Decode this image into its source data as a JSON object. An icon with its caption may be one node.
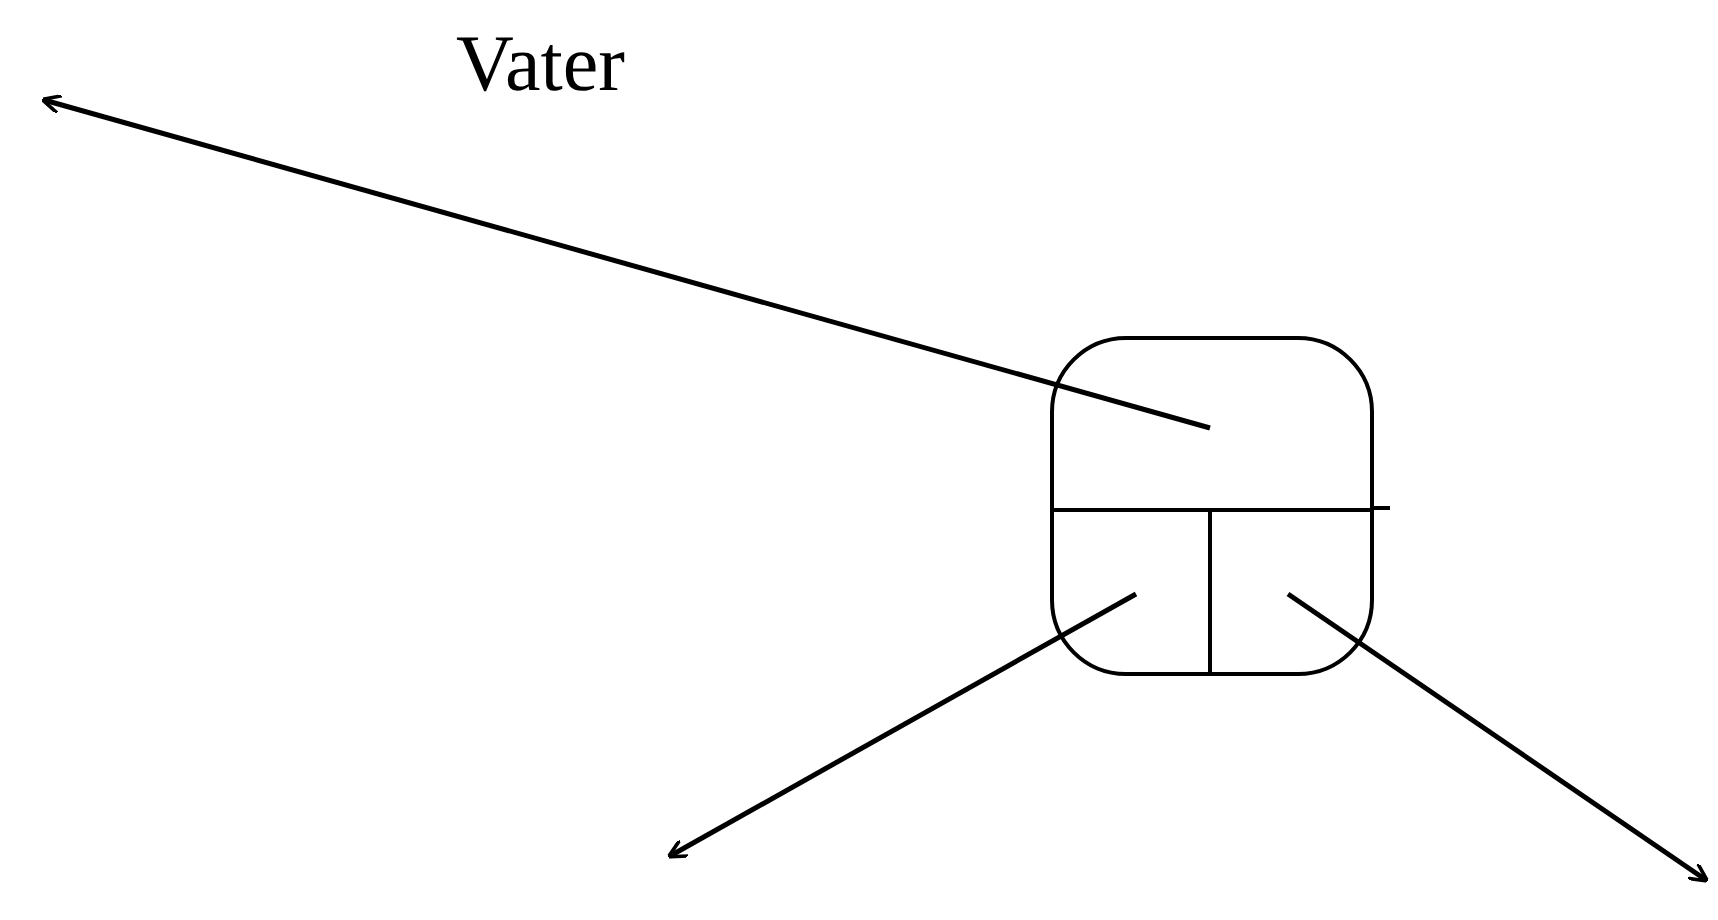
{
  "diagram": {
    "nodes": [
      {
        "text": [],
        "shape": "box"
      },
      {
        "text": [],
        "shape": "box",
        "in": 0
      },
      {
        "text": [],
        "shape": "box",
        "in": 0
      },
      {
        "text": [],
        "shape": "box",
        "in": 0
      }
    ],
    "edges": [
      {
        "from": 1,
        "to": null,
        "arrow": "to",
        "label": "Vater"
      },
      {
        "from": 2,
        "to": null,
        "arrow": "to"
      },
      {
        "from": 3,
        "to": null,
        "arrow": "to"
      }
    ]
  }
}
